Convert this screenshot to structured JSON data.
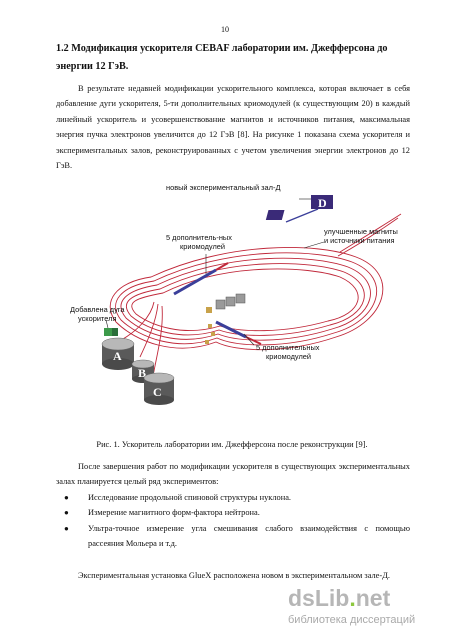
{
  "page_number": "10",
  "heading": "1.2 Модификация ускорителя CEBAF лаборатории им. Джефферсона до энергии 12 ГэВ.",
  "intro_paragraph": "В результате недавней модификации ускорительного комплекса, которая включает в себя добавление дуги ускорителя, 5-ти дополнительных криомодулей (к существующим 20) в каждый линейный ускоритель и усовершенствование магнитов и источников питания, максимальная энергия пучка электронов увеличится до 12 ГэВ [8]. На рисунке 1 показана схема ускорителя и экспериментальных залов, реконструированных с учетом увеличения энергии электронов до 12 ГэВ.",
  "figure": {
    "labels": {
      "new_hall": "новый экспериментальный зал-Д",
      "cryo_top_line1": "5 дополнитель-ных",
      "cryo_top_line2": "криомодулей",
      "magnets_line1": "улучшенные магниты",
      "magnets_line2": "и источники питания",
      "arc_line1": "Добавлена дуга",
      "arc_line2": "ускорителя",
      "cryo_bottom_line1": "5 дополнительных",
      "cryo_bottom_line2": "криомодулей"
    },
    "halls": {
      "a": "A",
      "b": "B",
      "c": "C",
      "d": "D"
    },
    "colors": {
      "beamline": "#c0283a",
      "cryomodule": "#3b3f9a",
      "hall_d": "#3a2a78",
      "hall_shell": "#7c7c7c"
    }
  },
  "caption": "Рис. 1. Ускоритель лаборатории им. Джефферсона после реконструкции [9].",
  "after_paragraph": "После завершения работ по модификации ускорителя в существующих экспериментальных залах планируется целый ряд экспериментов:",
  "bullet_symbol": "●",
  "bullets": [
    "Исследование продольной спиновой структуры нуклона.",
    "Измерение магнитного форм-фактора нейтрона.",
    "Ультра-точное измерение угла смешивания слабого взаимодействия с помощью рассеяния Мольера и т.д."
  ],
  "gluex_paragraph": "Экспериментальная установка GlueX расположена новом в экспериментальном зале-Д.",
  "watermark": {
    "logo_main": "dsLib",
    "logo_dot": ".",
    "logo_tld": "net",
    "tagline": "библиотека диссертаций"
  }
}
